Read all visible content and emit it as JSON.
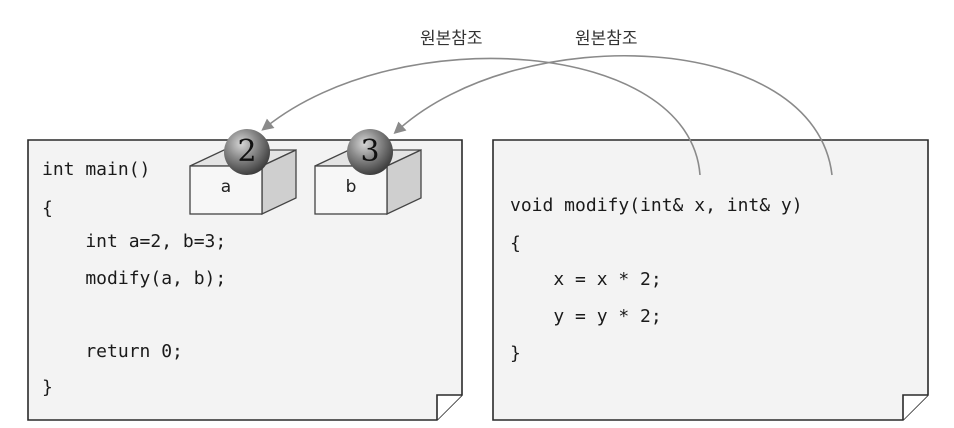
{
  "arrows": [
    {
      "label": "원본참조"
    },
    {
      "label": "원본참조"
    }
  ],
  "main_panel": {
    "lines": [
      "int main()",
      "{",
      "    int a=2, b=3;",
      "    modify(a, b);",
      "",
      "    return 0;",
      "}"
    ]
  },
  "variables": [
    {
      "name": "a",
      "value": "2"
    },
    {
      "name": "b",
      "value": "3"
    }
  ],
  "modify_panel": {
    "lines": [
      "void modify(int& x, int& y)",
      "{",
      "    x = x * 2;",
      "    y = y * 2;",
      "}"
    ]
  },
  "colors": {
    "panel_fill": "#f3f3f3",
    "panel_border": "#2a2a2a",
    "box_front": "#f7f7f7",
    "box_top": "#e4e4e4",
    "box_side": "#cfcfcf",
    "ball_highlight": "#d6d6d6",
    "ball_mid": "#8c8c8c",
    "ball_dark": "#3c3c3c",
    "arrow": "#8a8a8a"
  }
}
